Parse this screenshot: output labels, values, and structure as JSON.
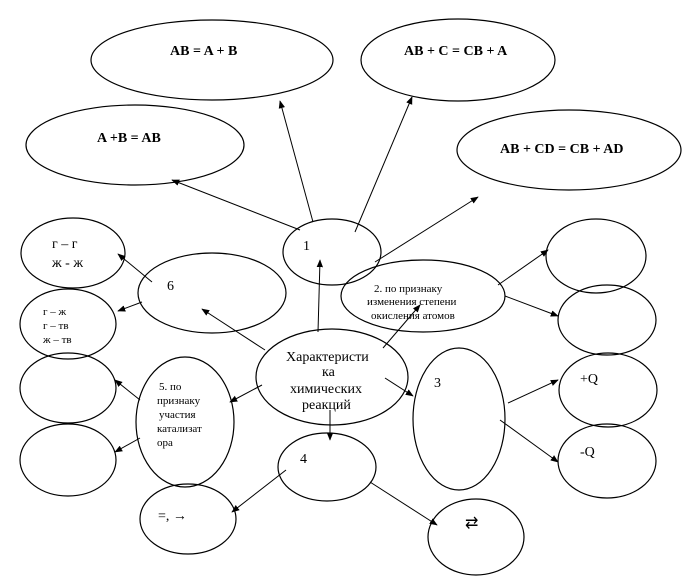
{
  "nodes": {
    "top_center": "AB = A + B",
    "top_right": "AB + C = CB + A",
    "mid_left": "A +B = AB",
    "mid_right": "AB + CD = CB + AD",
    "node1": "1",
    "node6": "6",
    "node2": [
      "2. по признаку",
      "изменения степени",
      "окисления атомов"
    ],
    "center": [
      "Характеристи",
      "ка",
      "химических",
      "реакций"
    ],
    "node3": "3",
    "node4": "4",
    "node5": [
      "5. по",
      "признаку",
      "участия",
      "катализат",
      "ора"
    ],
    "phase1": [
      "г – г",
      "ж - ж"
    ],
    "phase2": [
      "г – ж",
      "г – тв",
      "ж – тв"
    ],
    "plusQ": "+Q",
    "minusQ": "-Q",
    "irreversible": "=, →",
    "reversible": "⇄"
  }
}
